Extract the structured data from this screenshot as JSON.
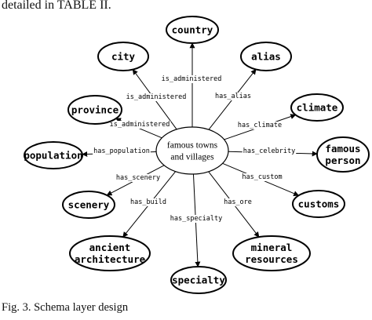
{
  "intro_text": "detailed in TABLE II.",
  "caption": "Fig. 3.   Schema layer design",
  "center": {
    "lines": [
      "famous towns",
      "and villages"
    ]
  },
  "nodes": [
    {
      "id": "country",
      "lines": [
        "country"
      ],
      "relation": "is_administered"
    },
    {
      "id": "alias",
      "lines": [
        "alias"
      ],
      "relation": "has_alias"
    },
    {
      "id": "city",
      "lines": [
        "city"
      ],
      "relation": "is_administered"
    },
    {
      "id": "climate",
      "lines": [
        "climate"
      ],
      "relation": "has_climate"
    },
    {
      "id": "province",
      "lines": [
        "province"
      ],
      "relation": "is_administered"
    },
    {
      "id": "famous-person",
      "lines": [
        "famous",
        "person"
      ],
      "relation": "has_celebrity"
    },
    {
      "id": "population",
      "lines": [
        "population"
      ],
      "relation": "has_population"
    },
    {
      "id": "customs",
      "lines": [
        "customs"
      ],
      "relation": "has_custom"
    },
    {
      "id": "scenery",
      "lines": [
        "scenery"
      ],
      "relation": "has_scenery"
    },
    {
      "id": "ancient-architecture",
      "lines": [
        "ancient",
        "architecture"
      ],
      "relation": "has_build"
    },
    {
      "id": "mineral-resources",
      "lines": [
        "mineral",
        "resources"
      ],
      "relation": "has_ore"
    },
    {
      "id": "specialty",
      "lines": [
        "specialty"
      ],
      "relation": "has_specialty"
    }
  ]
}
